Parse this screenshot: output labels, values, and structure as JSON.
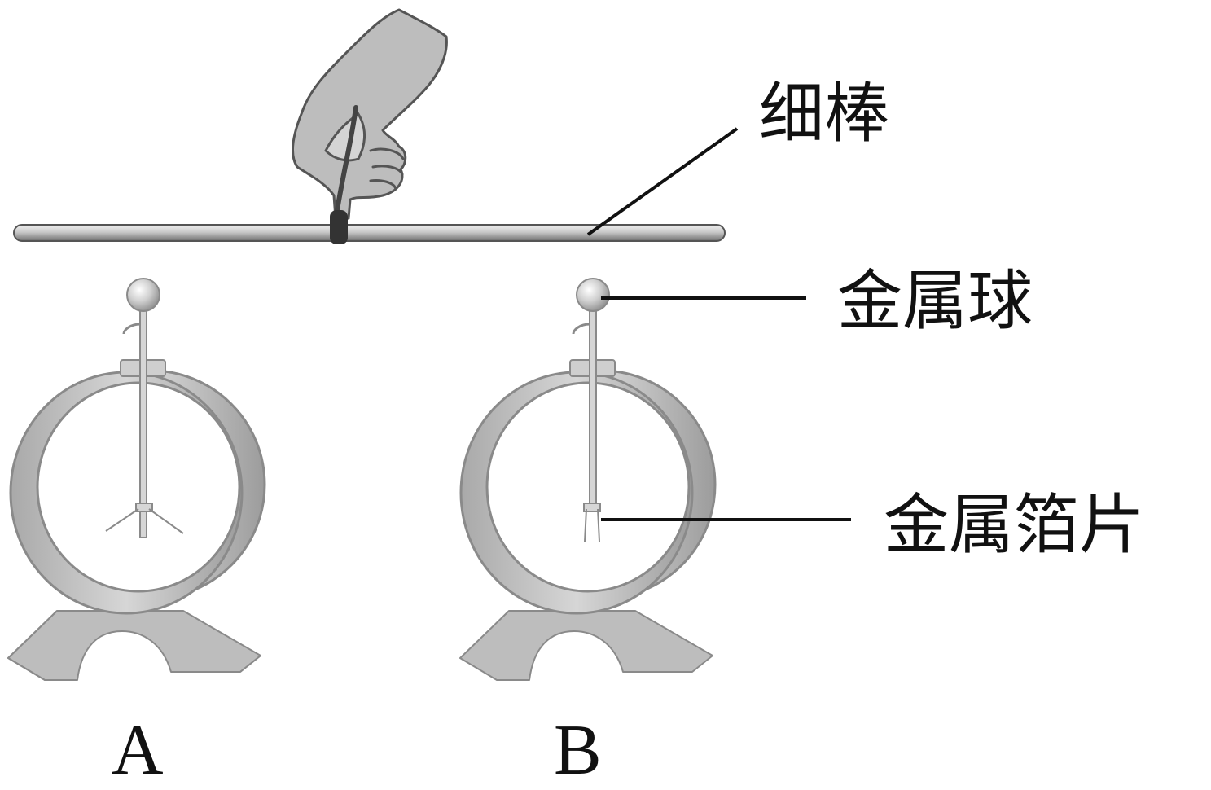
{
  "labels": {
    "rod": "细棒",
    "metal_ball": "金属球",
    "metal_foil": "金属箔片",
    "electroscope_a": "A",
    "electroscope_b": "B"
  },
  "colors": {
    "line": "#111111",
    "metal": "#c8c8c8",
    "metal_dark": "#8a8a8a",
    "hand": "#b8b8b8"
  },
  "states": {
    "electroscope_a_foil": "spread",
    "electroscope_b_foil": "closed"
  }
}
